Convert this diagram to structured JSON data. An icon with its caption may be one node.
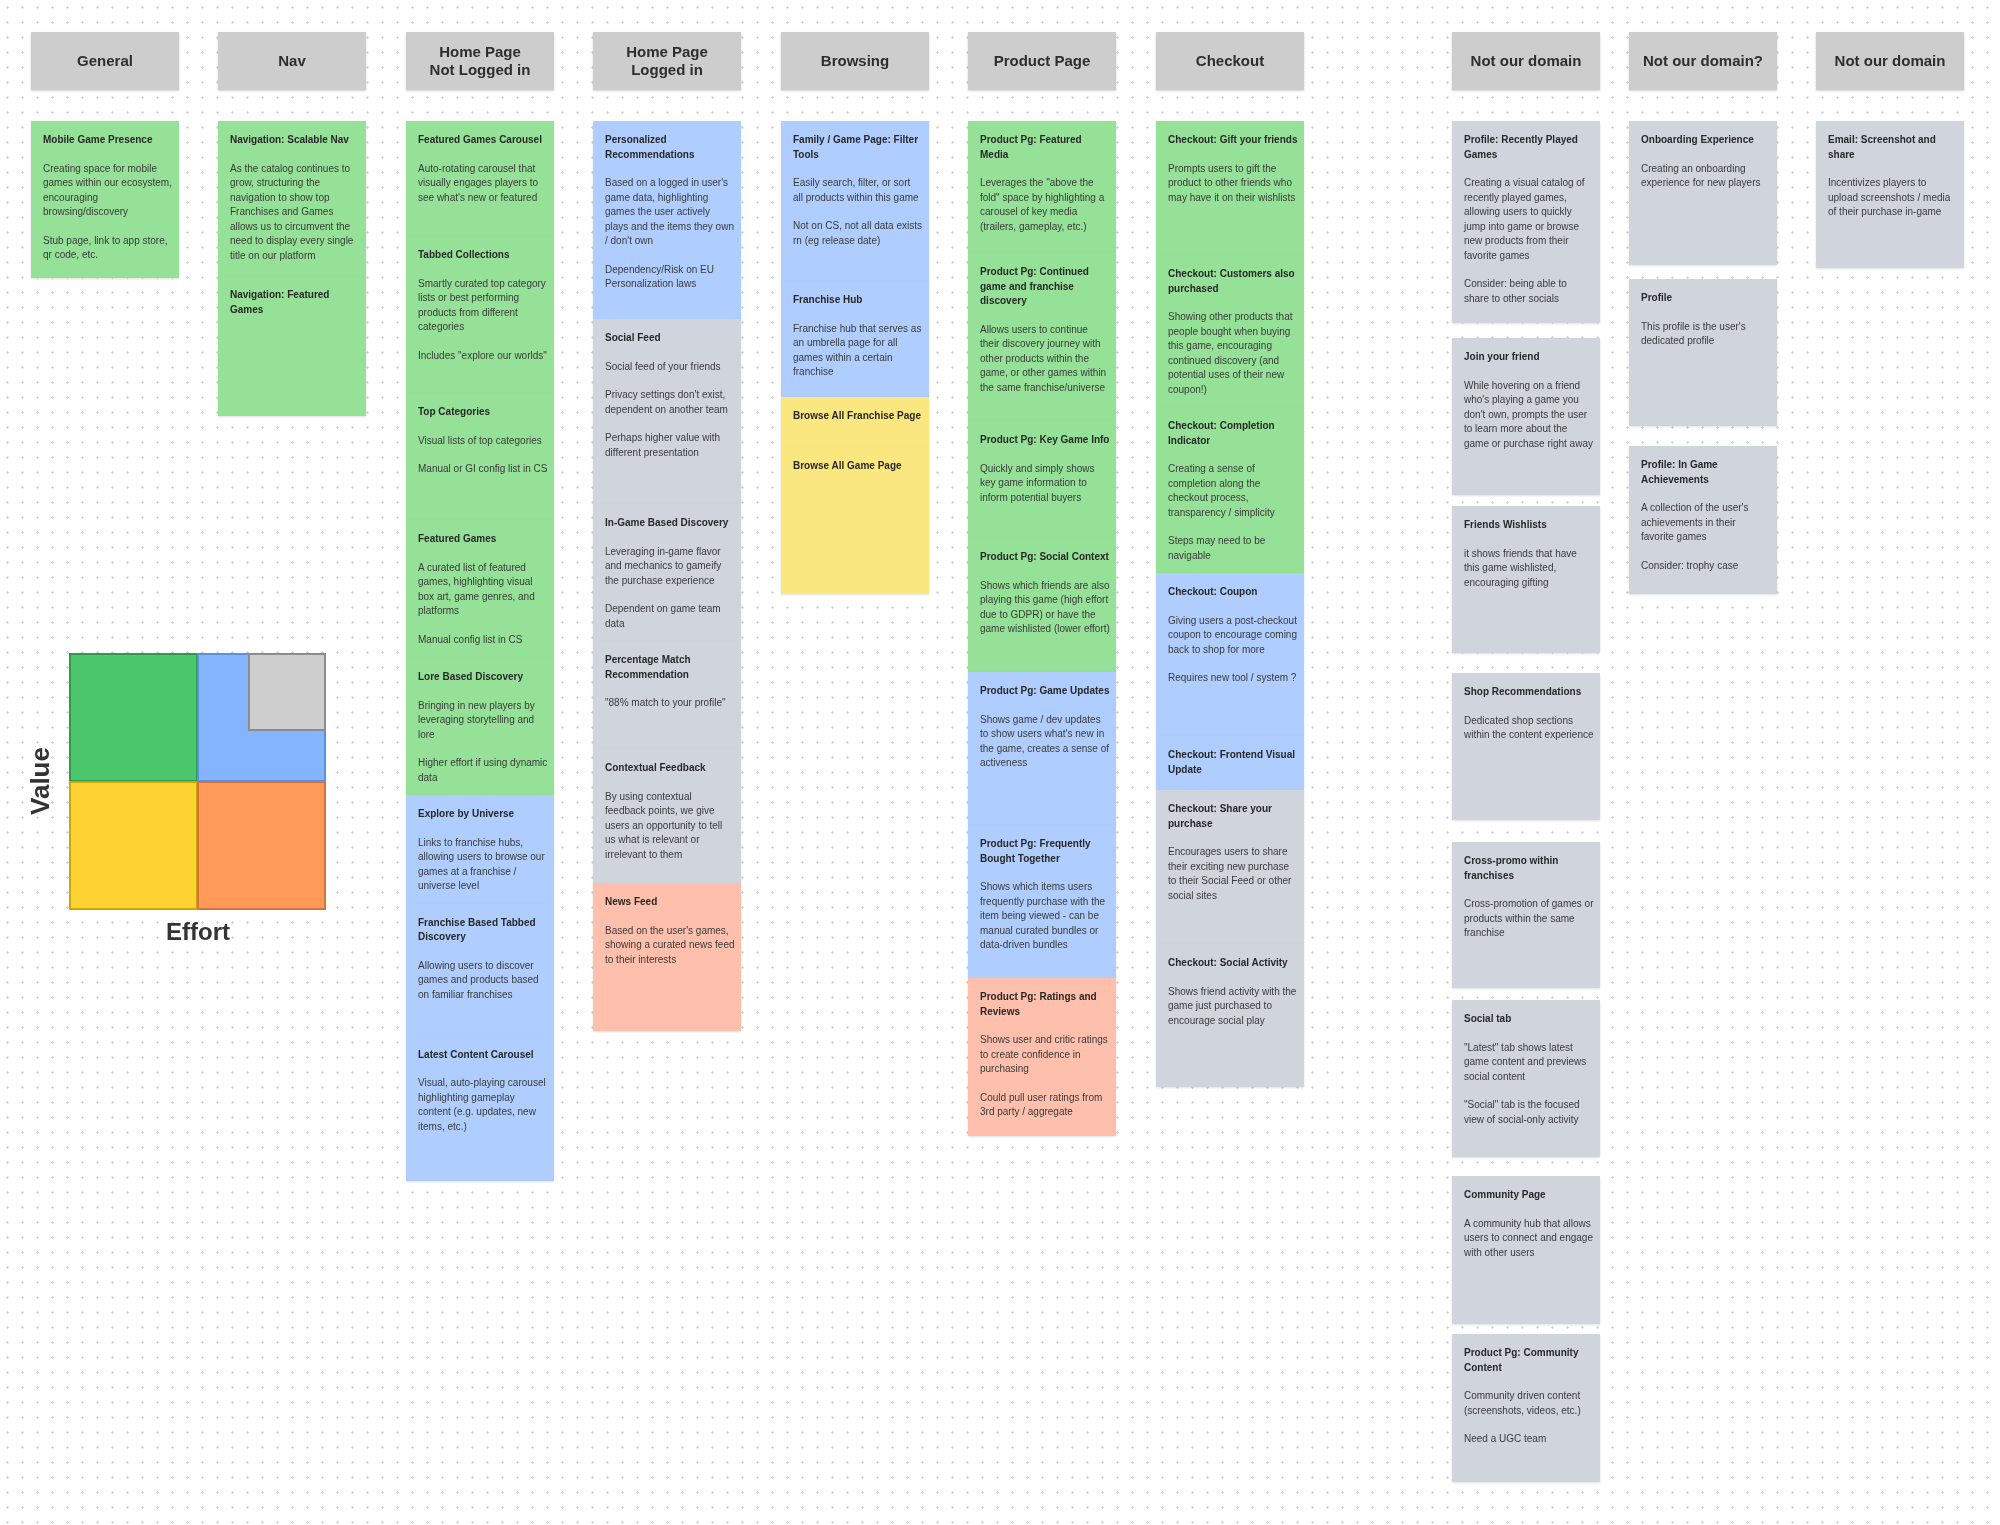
{
  "diagram": {
    "nodes": [
      {
        "text": [
          "General"
        ]
      },
      {
        "text": [
          "Mobile Game Presence",
          "Creating space for mobile games within our ecosystem, encouraging browsing/discovery",
          "Stub page, link to app store, qr code, etc."
        ]
      },
      {
        "text": [
          "Nav"
        ]
      },
      {
        "text": [
          "Navigation: Scalable Nav",
          "As the catalog continues to grow, structuring the navigation to show top Franchises and Games allows us to circumvent the need to display every single title on our platform"
        ]
      },
      {
        "text": [
          "Navigation: Featured Games"
        ]
      },
      {
        "text": [
          "Home Page Not Logged in"
        ]
      },
      {
        "text": [
          "Featured Games Carousel",
          "Auto-rotating carousel that visually engages players to see what's new or featured"
        ]
      },
      {
        "text": [
          "Tabbed Collections",
          "Smartly curated top category lists or best performing products from different categories",
          "Includes \"explore our worlds\""
        ]
      },
      {
        "text": [
          "Top Categories",
          "Visual lists of top categories",
          "Manual or GI config list in CS"
        ]
      },
      {
        "text": [
          "Featured Games",
          "A curated list of featured games, highlighting visual box art, game genres, and platforms",
          "Manual config list in CS"
        ]
      },
      {
        "text": [
          "Lore Based Discovery",
          "Bringing in new players by leveraging storytelling and lore",
          "Higher effort if using dynamic data"
        ]
      },
      {
        "text": [
          "Explore by Universe",
          "Links to franchise hubs, allowing users to browse our games at a franchise / universe level"
        ]
      },
      {
        "text": [
          "Franchise Based Tabbed Discovery",
          "Allowing users to discover games and products based on familiar franchises"
        ]
      },
      {
        "text": [
          "Latest Content Carousel",
          "Visual, auto-playing carousel highlighting gameplay content (e.g. updates, new items, etc.)"
        ]
      },
      {
        "text": [
          "Home Page Logged in"
        ]
      },
      {
        "text": [
          "Personalized Recommendations",
          "Based on a logged in user's game data, highlighting games the user actively plays and the items they own / don't own",
          "Dependency/Risk on EU Personalization laws"
        ]
      },
      {
        "text": [
          "Social Feed",
          "Social feed of your friends",
          "Privacy settings don't exist, dependent on another team",
          "Perhaps higher value with different presentation"
        ]
      },
      {
        "text": [
          "In-Game Based Discovery",
          "Leveraging in-game flavor and mechanics to gameify the purchase experience",
          "Dependent on game team data"
        ]
      },
      {
        "text": [
          "Percentage Match Recommendation",
          "\"88% match to your profile\""
        ]
      },
      {
        "text": [
          "Contextual Feedback",
          "By using contextual feedback points, we give users an opportunity to tell us what is relevant or irrelevant to them"
        ]
      },
      {
        "text": [
          "News Feed",
          "Based on the user's games, showing a curated news feed to their interests"
        ]
      },
      {
        "text": [
          "Browsing"
        ]
      },
      {
        "text": [
          "Family / Game Page: Filter Tools",
          "Easily search, filter, or sort all products within this game",
          "Not on CS, not all data exists rn (eg release date)"
        ]
      },
      {
        "text": [
          "Franchise Hub",
          "Franchise hub that serves as an umbrella page for all games within a certain franchise"
        ]
      },
      {
        "text": [
          "Browse All Franchise Page"
        ]
      },
      {
        "text": [
          "Browse All Game Page"
        ]
      },
      {
        "text": [
          "Product Page"
        ]
      },
      {
        "text": [
          "Product Pg: Featured Media",
          "Leverages the \"above the fold\" space by highlighting a carousel of key media (trailers, gameplay, etc.)"
        ]
      },
      {
        "text": [
          "Product Pg: Continued game and franchise discovery",
          "Allows users to continue their discovery journey with other products within the game, or other games within the same franchise/universe"
        ]
      },
      {
        "text": [
          "Product Pg: Key Game Info",
          "Quickly and simply shows key game information to inform potential buyers"
        ]
      },
      {
        "text": [
          "Product Pg: Social Context",
          "Shows which friends are also playing this game (high effort due to GDPR) or have the game wishlisted (lower effort)"
        ]
      },
      {
        "text": [
          "Product Pg: Game Updates",
          "Shows game / dev updates to show users what's new in the game, creates a sense of activeness"
        ]
      },
      {
        "text": [
          "Product Pg: Frequently Bought Together",
          "Shows which items users frequently purchase with the item being viewed - can be manual curated bundles or data-driven bundles"
        ]
      },
      {
        "text": [
          "Product Pg: Ratings and Reviews",
          "Shows user and critic ratings to create confidence in purchasing",
          "Could pull user ratings from 3rd party / aggregate"
        ]
      },
      {
        "text": [
          "Checkout"
        ]
      },
      {
        "text": [
          "Checkout: Gift your friends",
          "Prompts users to gift the product to other friends who may have it on their wishlists"
        ]
      },
      {
        "text": [
          "Checkout: Customers also purchased",
          "Showing other products that people bought when buying this game, encouraging continued discovery (and potential uses of their new coupon!)"
        ]
      },
      {
        "text": [
          "Checkout: Completion Indicator",
          "Creating a sense of completion along the checkout process, transparency / simplicity",
          "Steps may need to be navigable"
        ]
      },
      {
        "text": [
          "Checkout: Coupon",
          "Giving users a post-checkout coupon to encourage coming back to shop for more",
          "Requires new tool / system ?"
        ]
      },
      {
        "text": [
          "Checkout: Frontend Visual Update"
        ]
      },
      {
        "text": [
          "Checkout: Share your purchase",
          "Encourages users to share their exciting new purchase to their Social Feed or other social sites"
        ]
      },
      {
        "text": [
          "Checkout: Social Activity",
          "Shows friend activity with the game just purchased to encourage social play"
        ]
      },
      {
        "text": [
          "Not our domain"
        ]
      },
      {
        "text": [
          "Profile: Recently Played Games",
          "Creating a visual catalog of recently played games, allowing users to quickly jump into game or browse new products from their favorite games",
          "Consider: being able to share to other socials"
        ]
      },
      {
        "text": [
          "Join your friend",
          "While hovering on a friend who's playing a game you don't own, prompts the user to learn more about the game or purchase right away"
        ]
      },
      {
        "text": [
          "Friends Wishlists",
          "it shows friends that have this game wishlisted, encouraging gifting"
        ]
      },
      {
        "text": [
          "Shop Recommendations",
          "Dedicated shop sections within the content experience"
        ]
      },
      {
        "text": [
          "Cross-promo within franchises",
          "Cross-promotion of games or products within the same franchise"
        ]
      },
      {
        "text": [
          "Social tab",
          "\"Latest\" tab shows latest game content and previews social content",
          "\"Social\" tab is the focused view of social-only activity"
        ]
      },
      {
        "text": [
          "Community Page",
          "A community hub that allows users to connect and engage with other users"
        ]
      },
      {
        "text": [
          "Product Pg: Community Content",
          "Community driven content (screenshots, videos, etc.)",
          "Need a UGC team"
        ]
      },
      {
        "text": [
          "Not our domain?"
        ]
      },
      {
        "text": [
          "Onboarding Experience",
          "Creating an onboarding experience for new players"
        ]
      },
      {
        "text": [
          "Profile",
          "This profile is the user's dedicated profile"
        ]
      },
      {
        "text": [
          "Profile: In Game Achievements",
          "A collection of the user's achievements in their favorite games",
          "Consider: trophy case"
        ]
      },
      {
        "text": [
          "Not our domain"
        ]
      },
      {
        "text": [
          "Email: Screenshot and share",
          "Incentivizes players to upload screenshots / media of their purchase in-game"
        ]
      }
    ],
    "labels": [
      "Value",
      "Effort"
    ]
  }
}
